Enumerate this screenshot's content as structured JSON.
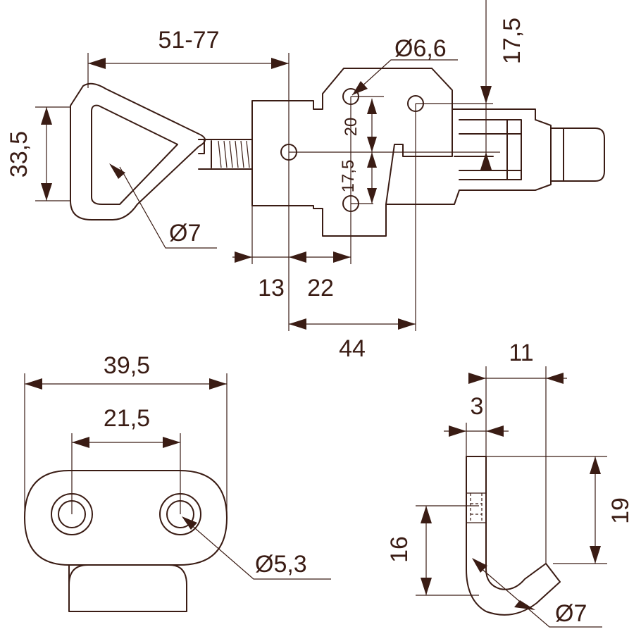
{
  "colors": {
    "line": "#3a1c14",
    "background": "#ffffff"
  },
  "dimensions": {
    "latch_length": "51-77",
    "loop_height": "33,5",
    "loop_wire": "Ø7",
    "top_hole": "Ø6,6",
    "right_offset": "17,5",
    "hole_spacing_upper": "20",
    "hole_spacing_lower": "17,5",
    "base_to_slot": "13",
    "slot_to_hole": "22",
    "slot_to_pivot": "44",
    "plate_width": "39,5",
    "plate_hole_spacing": "21,5",
    "plate_hole_dia": "Ø5,3",
    "hook_width": "11",
    "hook_thickness": "3",
    "hook_depth": "16",
    "hook_height": "19",
    "hook_wire": "Ø7"
  }
}
